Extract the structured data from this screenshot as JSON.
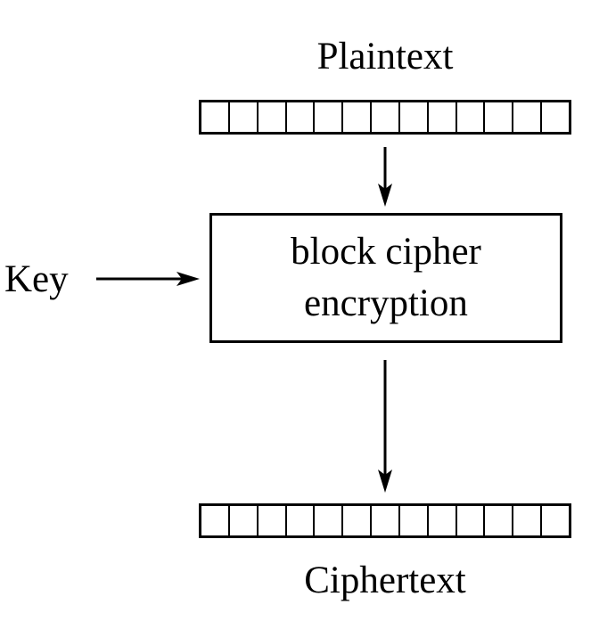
{
  "diagram": {
    "plaintext_label": "Plaintext",
    "ciphertext_label": "Ciphertext",
    "key_label": "Key",
    "cipher_line1": "block cipher",
    "cipher_line2": "encryption",
    "block_cell_count": 13
  }
}
